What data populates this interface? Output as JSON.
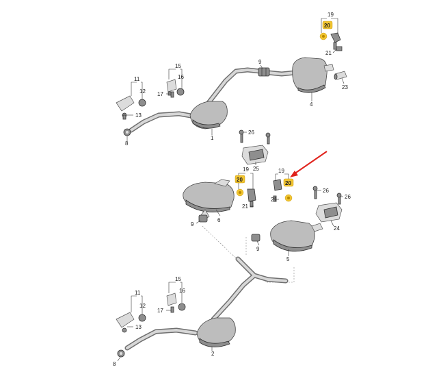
{
  "labels": {
    "n1": "1",
    "n2": "2",
    "n4": "4",
    "n5": "5",
    "n6": "6",
    "n8": "8",
    "n9": "9",
    "n11": "11",
    "n12": "12",
    "n13": "13",
    "n15": "15",
    "n16": "16",
    "n17": "17",
    "n19": "19",
    "n20": "20",
    "n21": "21",
    "n23": "23",
    "n24": "24",
    "n25": "25",
    "n26": "26"
  },
  "highlight_color": "#f2c531",
  "arrow_color": "#e0221b"
}
